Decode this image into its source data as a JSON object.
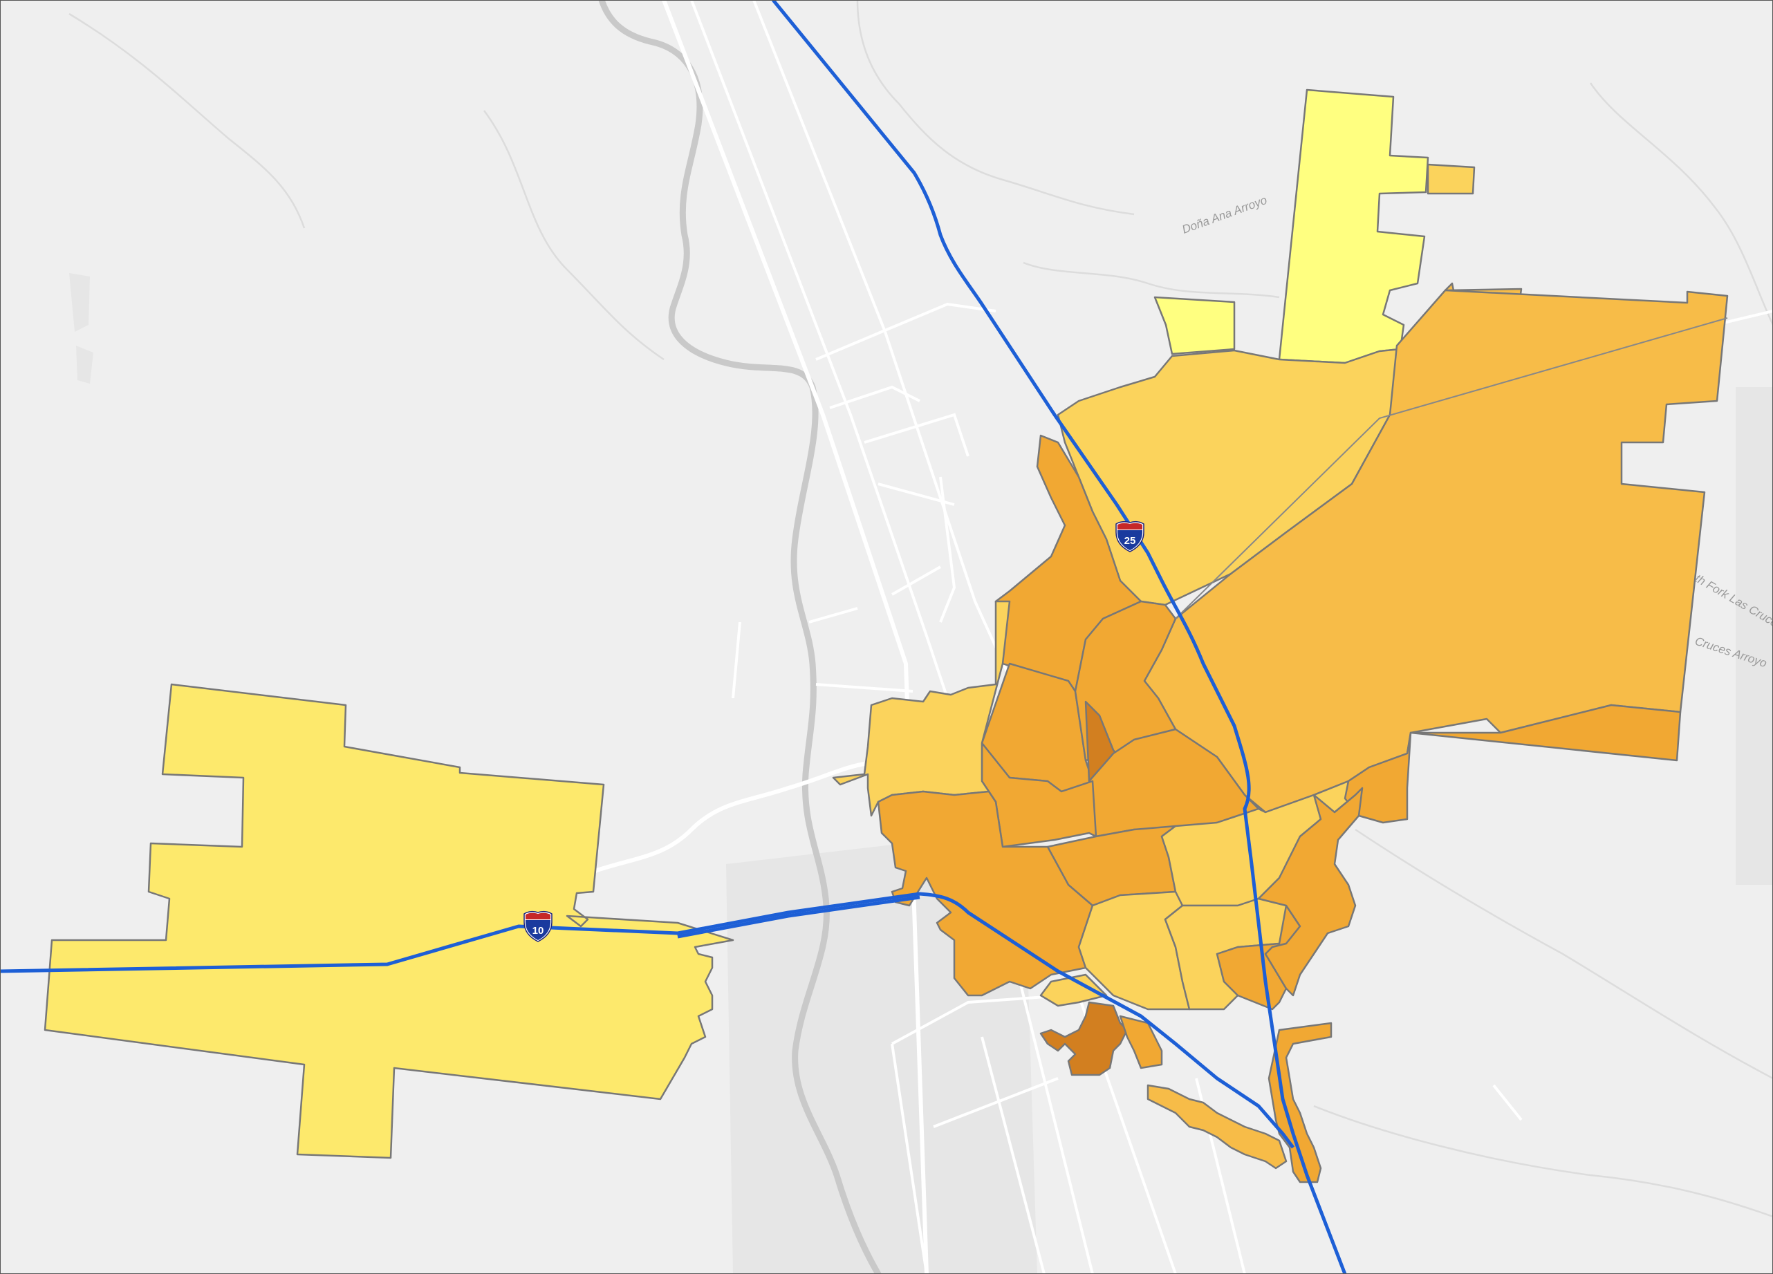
{
  "map": {
    "colors": {
      "background": "#efefef",
      "road": "#ffffff",
      "river": "#c9c9c9",
      "interstate": "#1d5fd6",
      "tract_border": "#777777",
      "class1": "#ffff80",
      "class2": "#fde96c",
      "class3": "#fbd35c",
      "class4": "#f7bc48",
      "class5": "#f1a833",
      "class6": "#d27f20"
    },
    "labels": {
      "dona_ana_arroyo": "Doña Ana Arroyo",
      "north_fork": "th Fork Las Cruces",
      "cruces_arroyo": "Cruces Arroyo"
    },
    "shields": {
      "i25": "25",
      "i10": "10"
    }
  }
}
